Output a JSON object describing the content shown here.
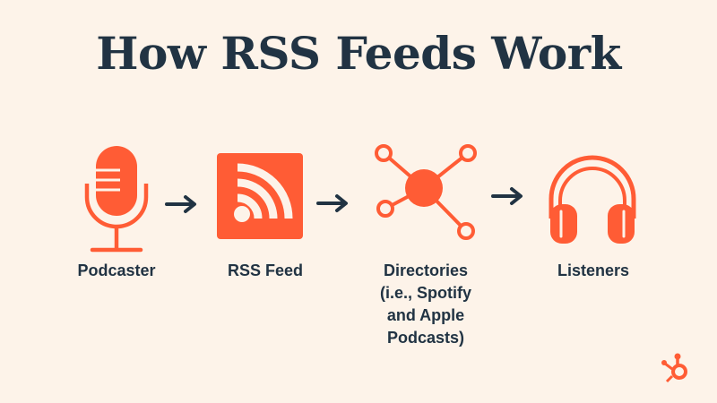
{
  "title": "How RSS Feeds Work",
  "colors": {
    "background": "#fdf3e9",
    "accent": "#ff5c35",
    "text": "#213343"
  },
  "steps": [
    {
      "icon": "microphone-icon",
      "label": "Podcaster"
    },
    {
      "icon": "rss-feed-icon",
      "label": "RSS Feed"
    },
    {
      "icon": "network-hub-icon",
      "label": "Directories\n(i.e., Spotify\nand Apple\nPodcasts)"
    },
    {
      "icon": "headphones-icon",
      "label": "Listeners"
    }
  ],
  "arrows": [
    "arrow-right-icon",
    "arrow-right-icon",
    "arrow-right-icon"
  ],
  "logo": "sprocket-logo-icon"
}
